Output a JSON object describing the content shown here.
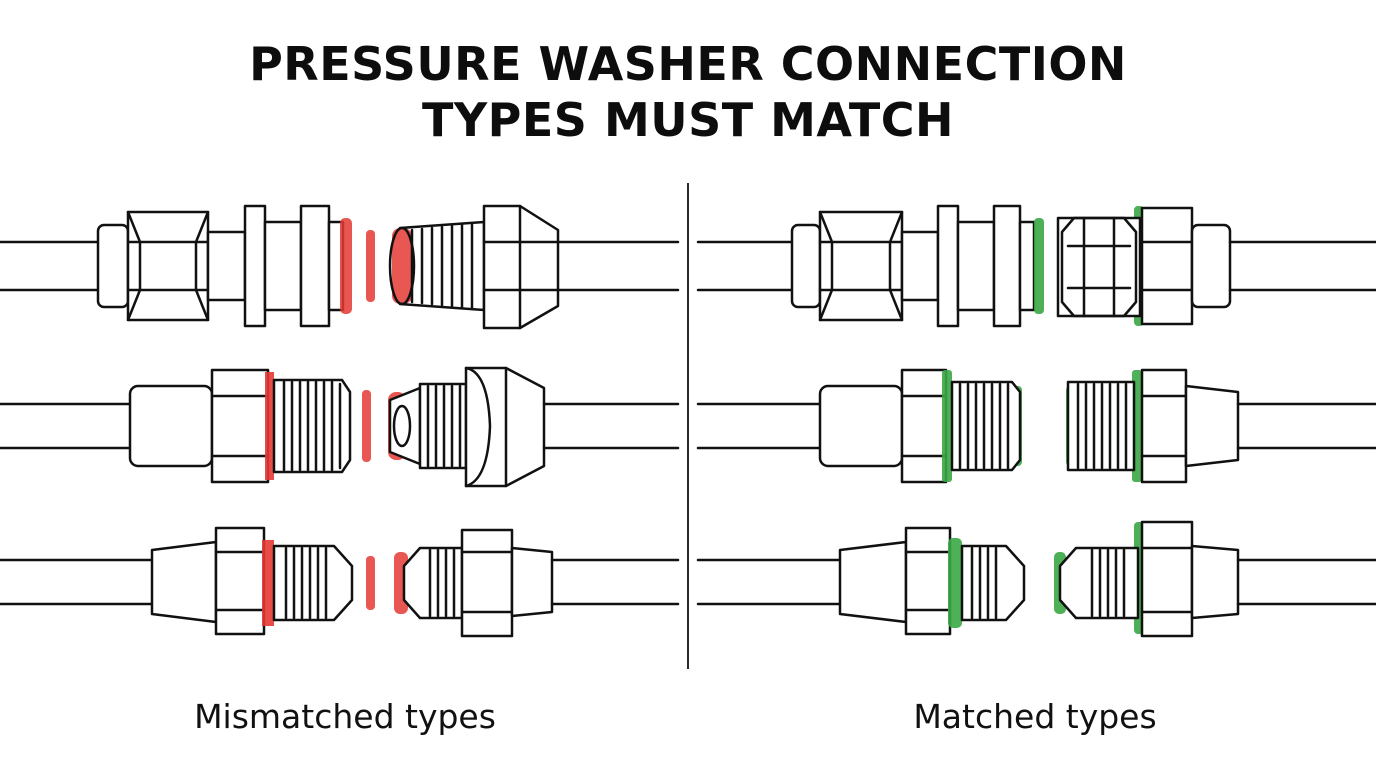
{
  "title": {
    "line1": "PRESSURE WASHER CONNECTION",
    "line2": "TYPES MUST MATCH"
  },
  "panels": {
    "left": {
      "caption": "Mismatched types",
      "status": "mismatch",
      "highlight_color": "#e53935"
    },
    "right": {
      "caption": "Matched types",
      "status": "match",
      "highlight_color": "#3aa845"
    }
  },
  "rows": [
    {
      "name": "quick-connect-coupler"
    },
    {
      "name": "threaded-male-fitting"
    },
    {
      "name": "flared-fitting"
    }
  ],
  "colors": {
    "outline": "#111111",
    "mismatch": "#e53935",
    "match": "#3aa845"
  }
}
